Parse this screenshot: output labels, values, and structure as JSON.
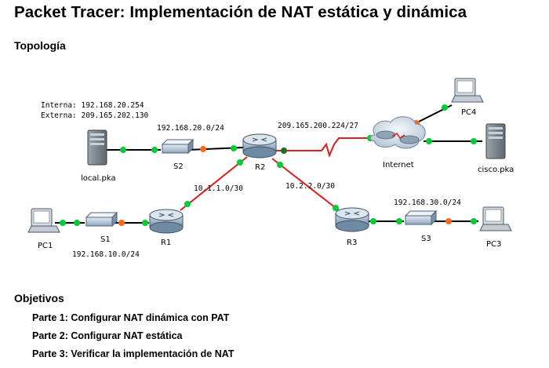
{
  "document": {
    "title": "Packet Tracer: Implementación de NAT estática y dinámica",
    "topology_heading": "Topología",
    "objectives_heading": "Objetivos",
    "objectives": [
      "Parte 1: Configurar NAT dinámica con PAT",
      "Parte 2: Configurar NAT estática",
      "Parte 3: Verificar la implementación de NAT"
    ]
  },
  "topology": {
    "server_note_internal": "Interna:  192.168.20.254",
    "server_note_external": "Externa:  209.165.202.130",
    "devices": {
      "local_server": "local.pka",
      "switch_s2": "S2",
      "router_r2": "R2",
      "cloud": "Internet",
      "pc4": "PC4",
      "cisco_server": "cisco.pka",
      "pc1": "PC1",
      "switch_s1": "S1",
      "router_r1": "R1",
      "router_r3": "R3",
      "switch_s3": "S3",
      "pc3": "PC3"
    },
    "networks": {
      "lan_r2": "192.168.20.0/24",
      "wan_internet": "209.165.200.224/27",
      "link_r1_r2": "10.1.1.0/30",
      "link_r2_r3": "10.2.2.0/30",
      "lan_r3": "192.168.30.0/24",
      "lan_r1": "192.168.10.0/24"
    },
    "colors": {
      "link_up": "#00cc33",
      "link_pending": "#ff6a1a",
      "serial_link": "#e01b1b",
      "ethernet_link": "#000000"
    }
  }
}
